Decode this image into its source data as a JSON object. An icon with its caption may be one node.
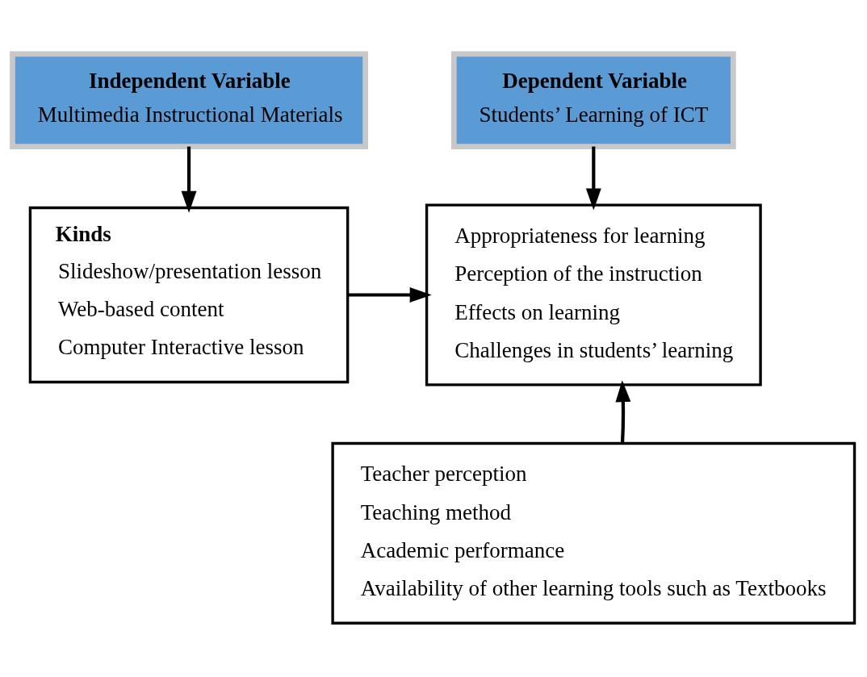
{
  "diagram": {
    "nodes": [
      {
        "text": [
          "Independent Variable",
          "Multimedia Instructional Materials"
        ]
      },
      {
        "text": [
          "Dependent Variable",
          "Students’ Learning of ICT"
        ]
      },
      {
        "text": [
          "Kinds",
          "Slideshow/presentation lesson",
          "Web-based content",
          "Computer Interactive lesson"
        ]
      },
      {
        "text": [
          "Appropriateness for learning",
          "Perception of the instruction",
          "Effects on learning",
          "Challenges in students’ learning"
        ]
      },
      {
        "text": [
          "Teacher perception",
          "Teaching method",
          "Academic performance",
          "Availability of other learning tools such as Textbooks"
        ]
      }
    ],
    "edges": [
      {
        "from": 0,
        "to": 2,
        "arrow": "to"
      },
      {
        "from": 1,
        "to": 3,
        "arrow": "to"
      },
      {
        "from": 2,
        "to": 3,
        "arrow": "to"
      },
      {
        "from": 4,
        "to": 3,
        "arrow": "to"
      }
    ]
  }
}
